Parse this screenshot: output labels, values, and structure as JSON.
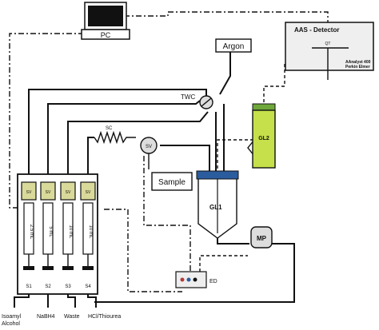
{
  "labels": {
    "pc": "PC",
    "argon": "Argon",
    "aas_title": "AAS - Detector",
    "qt": "QT",
    "instrument_line1": "AAnalyst 400",
    "instrument_line2": "Perkin Elmer",
    "twc": "TWC",
    "sc": "SC",
    "sv_valve": "SV",
    "sample": "Sample",
    "gl1": "GL1",
    "gl2": "GL2",
    "mp": "MP",
    "ed": "ED",
    "syringe_volumes": [
      "2.5 mL",
      "5 mL",
      "10 mL",
      "10 mL"
    ],
    "syringe_heads": [
      "SV",
      "SV",
      "SV",
      "SV"
    ],
    "syringe_ids": [
      "S1",
      "S2",
      "S3",
      "S4"
    ],
    "reagent_1a": "Isoamyl",
    "reagent_1b": "Alcohol",
    "reagent_2": "NaBH4",
    "reagent_3": "Waste",
    "reagent_4": "HCl/Thiourea"
  },
  "colors": {
    "line": "#111111",
    "syringe_head": "#d9d99a",
    "gl2_fill": "#c5e04a",
    "gl2_cap": "#6fa83a",
    "gl1_cap": "#2b5c9e",
    "probe": "#b43a3a",
    "detector_bg": "#efefef"
  }
}
